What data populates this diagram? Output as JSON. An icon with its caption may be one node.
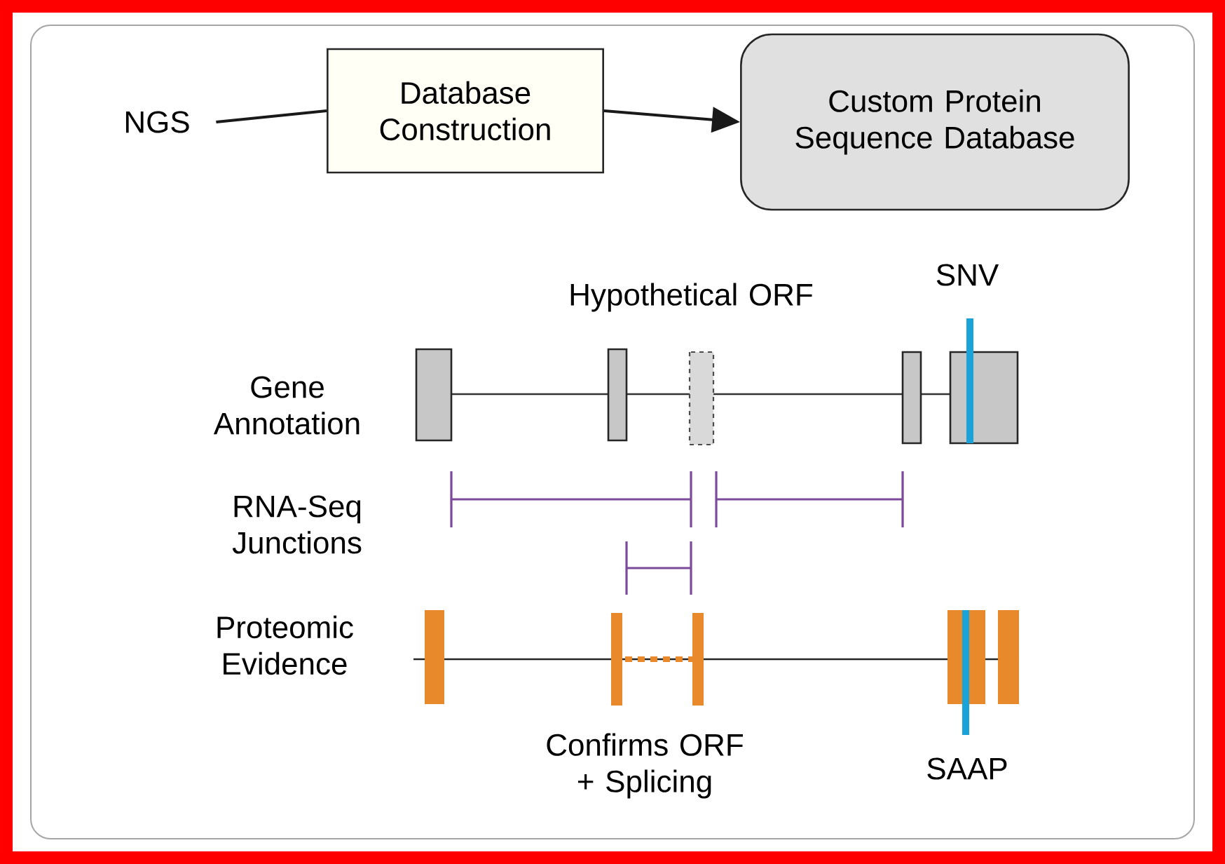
{
  "diagram": {
    "nodes": [
      {
        "text": [
          "NGS"
        ]
      },
      {
        "text": [
          "Database Construction"
        ]
      },
      {
        "text": [
          "Custom Protein Sequence Database"
        ]
      }
    ],
    "edges": [
      {
        "from": 0,
        "to": 1,
        "arrow": "none"
      },
      {
        "from": 1,
        "to": 2,
        "arrow": "to"
      }
    ],
    "labels": [
      "Hypothetical ORF",
      "SNV",
      "Gene Annotation",
      "RNA-Seq Junctions",
      "Proteomic Evidence",
      "Confirms ORF + Splicing",
      "SAAP"
    ]
  }
}
